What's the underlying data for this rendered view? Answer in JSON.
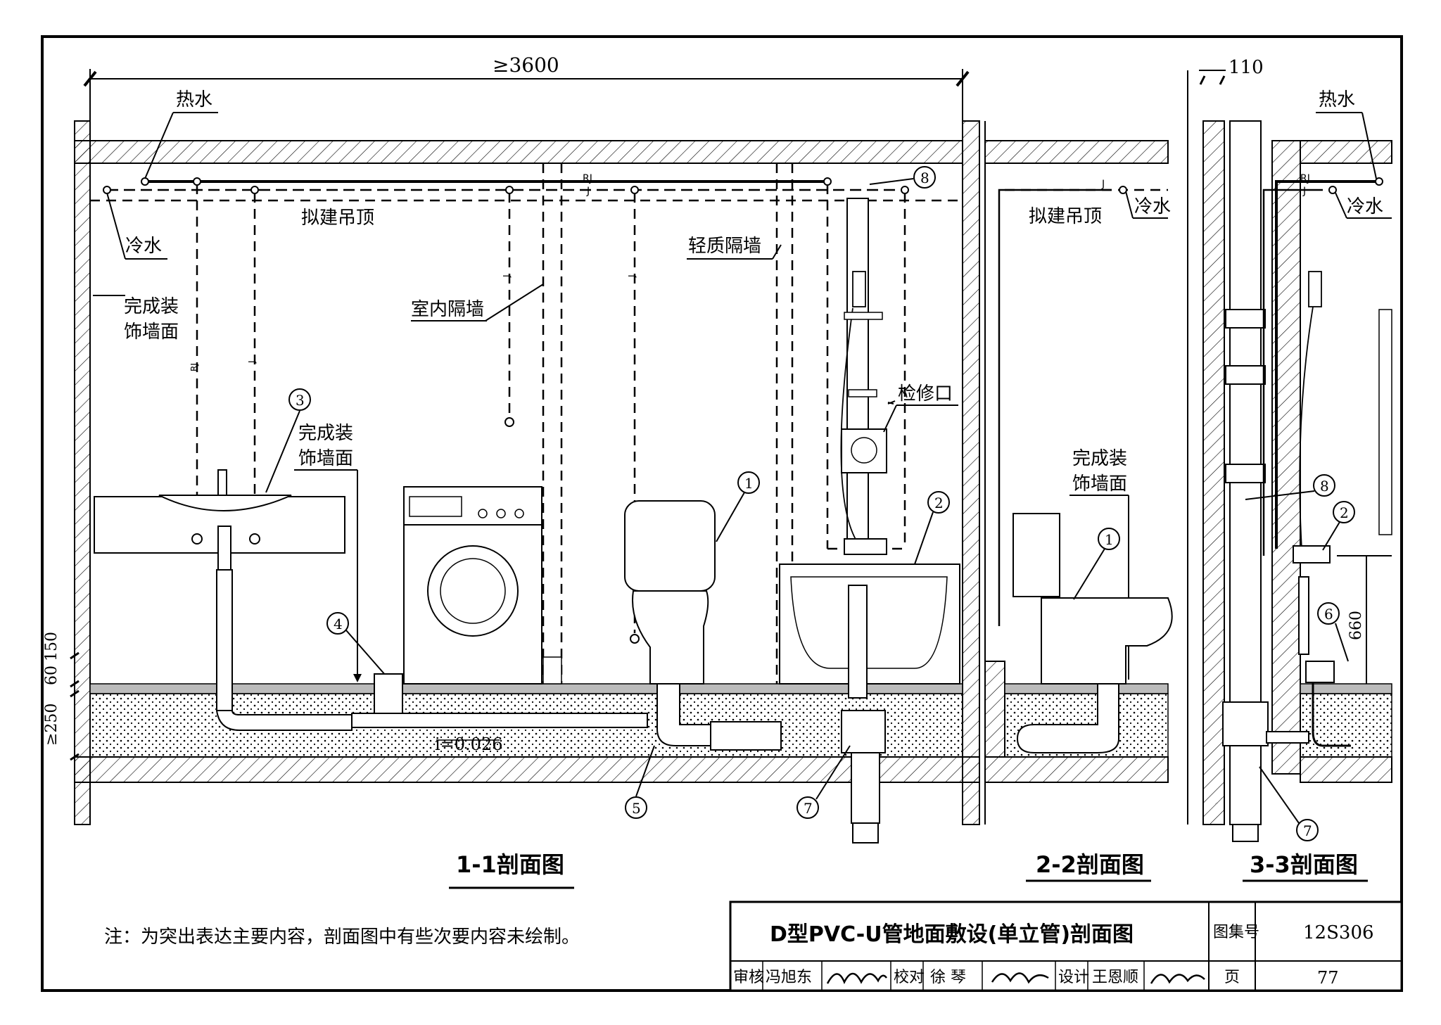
{
  "labels": {
    "hot_water": "热水",
    "cold_water": "冷水",
    "ceiling": "拟建吊顶",
    "finished_wall": "完成装饰墙面",
    "finished_wall_l1": "完成装",
    "finished_wall_l2": "饰墙面",
    "interior_partition": "室内隔墙",
    "light_partition": "轻质隔墙",
    "access_port": "检修口",
    "tag_rj": "RJ",
    "tag_j": "J"
  },
  "dimensions": {
    "width_1_1": "≥3600",
    "wall_2_2": "110",
    "h150": "150",
    "h60": "60",
    "h250": "≥250",
    "h660": "660",
    "slope": "i=0.026"
  },
  "callouts": [
    "1",
    "2",
    "3",
    "4",
    "5",
    "6",
    "7",
    "8"
  ],
  "sections": {
    "s11": "1-1剖面图",
    "s22": "2-2剖面图",
    "s33": "3-3剖面图"
  },
  "note": "注：为突出表达主要内容，剖面图中有些次要内容未绘制。",
  "title_block": {
    "title": "D型PVC-U管地面敷设(单立管)剖面图",
    "atlas_label": "图集号",
    "atlas_no": "12S306",
    "review_label": "审核",
    "reviewer": "冯旭东",
    "check_label": "校对",
    "checker": "徐 琴",
    "design_label": "设计",
    "designer": "王恩顺",
    "page_label": "页",
    "page_no": "77"
  }
}
